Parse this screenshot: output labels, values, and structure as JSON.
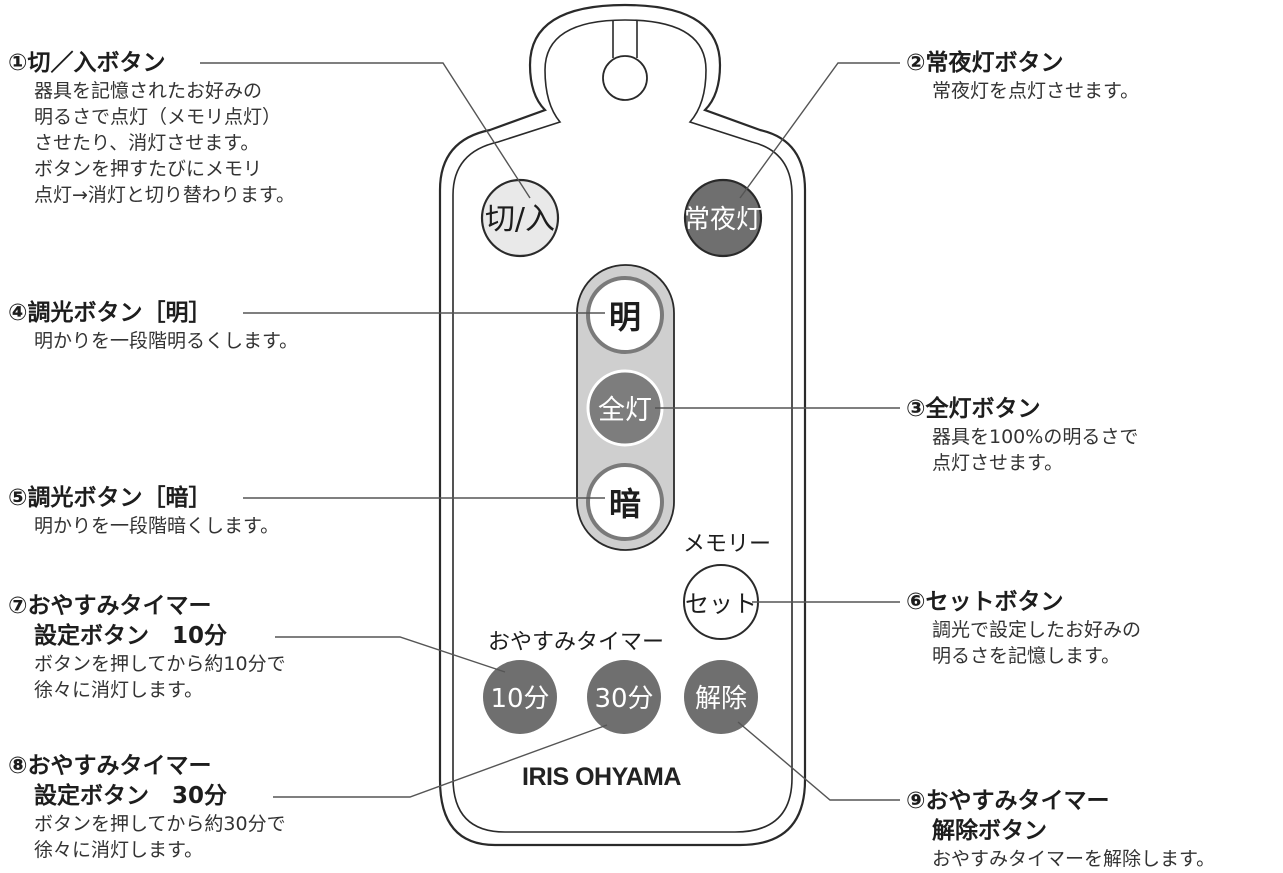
{
  "remote": {
    "buttons": {
      "power": "切/入",
      "night_light": "常夜灯",
      "bright": "明",
      "full_light": "全灯",
      "dark": "暗",
      "set": "セット",
      "timer_10": "10分",
      "timer_30": "30分",
      "cancel": "解除"
    },
    "memory_label": "メモリー",
    "timer_label": "おやすみタイマー",
    "brand": "IRIS OHYAMA"
  },
  "annotations": {
    "a1": {
      "title": "①切／入ボタン",
      "desc": [
        "器具を記憶されたお好みの",
        "明るさで点灯（メモリ点灯）",
        "させたり、消灯させます。",
        "ボタンを押すたびにメモリ",
        "点灯→消灯と切り替わります。"
      ]
    },
    "a2": {
      "title": "②常夜灯ボタン",
      "desc": [
        "常夜灯を点灯させます。"
      ]
    },
    "a3": {
      "title": "③全灯ボタン",
      "desc": [
        "器具を100%の明るさで",
        "点灯させます。"
      ]
    },
    "a4": {
      "title": "④調光ボタン［明］",
      "desc": [
        "明かりを一段階明るくします。"
      ]
    },
    "a5": {
      "title": "⑤調光ボタン［暗］",
      "desc": [
        "明かりを一段階暗くします。"
      ]
    },
    "a6": {
      "title": "⑥セットボタン",
      "desc": [
        "調光で設定したお好みの",
        "明るさを記憶します。"
      ]
    },
    "a7": {
      "title": "⑦おやすみタイマー",
      "title2": "設定ボタン　10分",
      "desc": [
        "ボタンを押してから約10分で",
        "徐々に消灯します。"
      ]
    },
    "a8": {
      "title": "⑧おやすみタイマー",
      "title2": "設定ボタン　30分",
      "desc": [
        "ボタンを押してから約30分で",
        "徐々に消灯します。"
      ]
    },
    "a9": {
      "title": "⑨おやすみタイマー",
      "title2": "解除ボタン",
      "desc": [
        "おやすみタイマーを解除します。"
      ]
    }
  },
  "colors": {
    "light_button": "#e9e9e9",
    "dark_button": "#6f6f6f",
    "mid_button": "#7d7d7d",
    "white_button": "#ffffff",
    "rocker": "#cfcfcf",
    "outline": "#2a2a2a",
    "leader_line": "#555555"
  }
}
